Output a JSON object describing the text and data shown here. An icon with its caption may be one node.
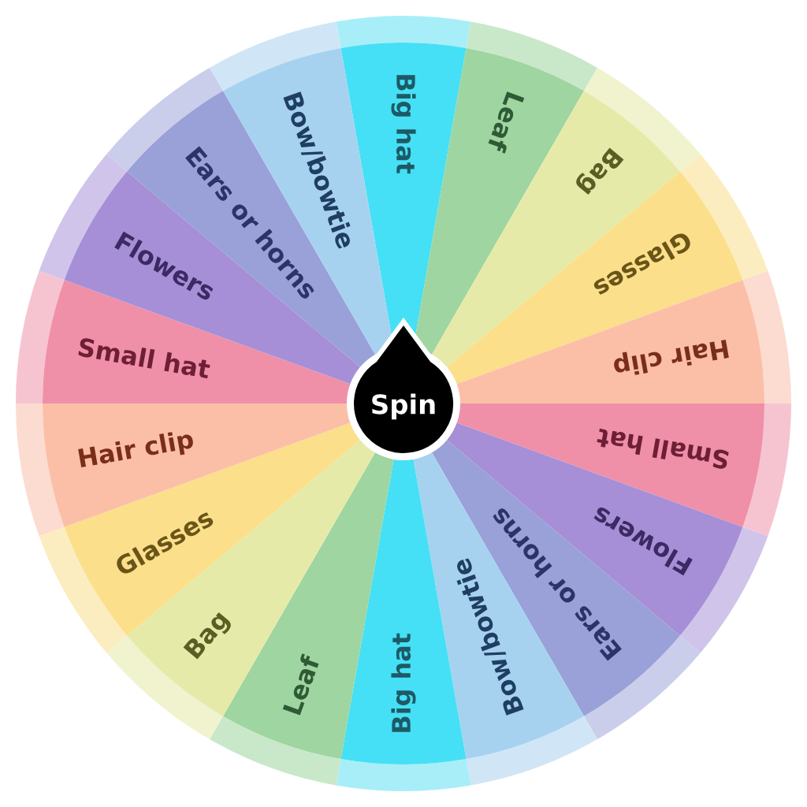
{
  "diagram": {
    "nodes": [
      {
        "text": [
          "Big hat"
        ]
      },
      {
        "text": [
          "Leaf"
        ]
      },
      {
        "text": [
          "Bag"
        ]
      },
      {
        "text": [
          "Glasses"
        ]
      },
      {
        "text": [
          "Hair clip"
        ]
      },
      {
        "text": [
          "Small hat"
        ]
      },
      {
        "text": [
          "Flowers"
        ]
      },
      {
        "text": [
          "Ears or horns"
        ]
      },
      {
        "text": [
          "Bow/bowtie"
        ]
      },
      {
        "text": [
          "Big hat"
        ]
      },
      {
        "text": [
          "Leaf"
        ]
      },
      {
        "text": [
          "Bag"
        ]
      },
      {
        "text": [
          "Glasses"
        ]
      },
      {
        "text": [
          "Hair clip"
        ]
      },
      {
        "text": [
          "Small hat"
        ]
      },
      {
        "text": [
          "Flowers"
        ]
      },
      {
        "text": [
          "Ears or horns"
        ]
      },
      {
        "text": [
          "Bow/bowtie"
        ]
      },
      {
        "text": [
          "Spin"
        ]
      }
    ]
  }
}
